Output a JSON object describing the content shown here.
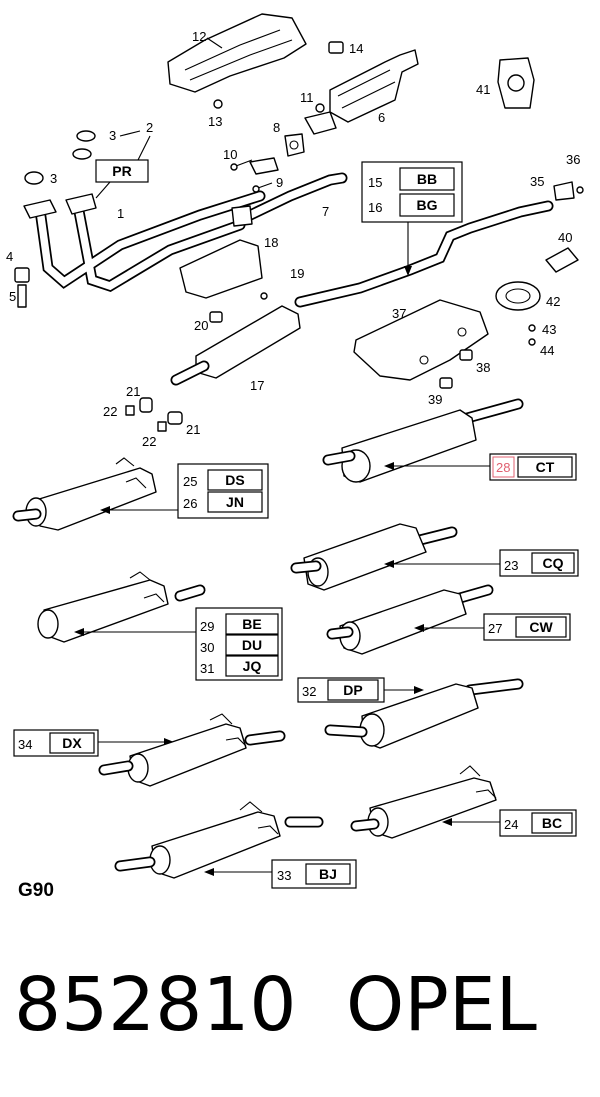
{
  "catalog": {
    "group_code": "G90",
    "part_number": "852810",
    "brand": "OPEL"
  },
  "callouts": {
    "n1": "1",
    "n2": "2",
    "n3a": "3",
    "n3b": "3",
    "n4": "4",
    "n5": "5",
    "n6": "6",
    "n7": "7",
    "n8": "8",
    "n9": "9",
    "n10": "10",
    "n11": "11",
    "n12": "12",
    "n13": "13",
    "n14": "14",
    "n17": "17",
    "n18": "18",
    "n19": "19",
    "n20": "20",
    "n21a": "21",
    "n21b": "21",
    "n22a": "22",
    "n22b": "22",
    "n35": "35",
    "n36": "36",
    "n37": "37",
    "n38": "38",
    "n39": "39",
    "n40": "40",
    "n41": "41",
    "n42": "42",
    "n43": "43",
    "n44": "44"
  },
  "code_boxes": {
    "pr": "PR",
    "r15": {
      "num": "15",
      "code": "BB"
    },
    "r16": {
      "num": "16",
      "code": "BG"
    },
    "r28": {
      "num": "28",
      "code": "CT"
    },
    "r25": {
      "num": "25",
      "code": "DS"
    },
    "r26": {
      "num": "26",
      "code": "JN"
    },
    "r23": {
      "num": "23",
      "code": "CQ"
    },
    "r29": {
      "num": "29",
      "code": "BE"
    },
    "r30": {
      "num": "30",
      "code": "DU"
    },
    "r31": {
      "num": "31",
      "code": "JQ"
    },
    "r27": {
      "num": "27",
      "code": "CW"
    },
    "r32": {
      "num": "32",
      "code": "DP"
    },
    "r34": {
      "num": "34",
      "code": "DX"
    },
    "r24": {
      "num": "24",
      "code": "BC"
    },
    "r33": {
      "num": "33",
      "code": "BJ"
    }
  },
  "highlight_color": "#e06070"
}
